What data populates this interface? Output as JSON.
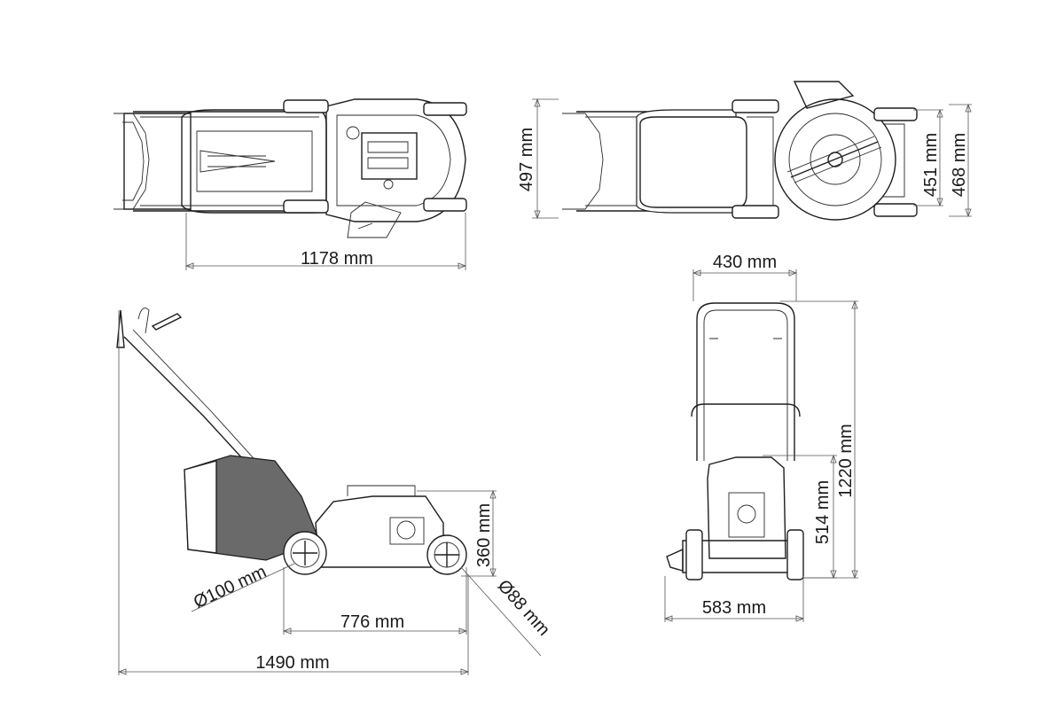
{
  "colors": {
    "line": "#1e1e1e",
    "dimension": "#555555",
    "background": "#ffffff",
    "text": "#1a1a1a"
  },
  "dimensions": {
    "top_view_length": "1178 mm",
    "right_view_width_overall": "497 mm",
    "right_view_width_a": "451 mm",
    "right_view_width_b": "468 mm",
    "rear_view_handle_width": "430 mm",
    "rear_view_height_overall": "1220 mm",
    "rear_view_engine_height": "514 mm",
    "rear_view_track_width": "583 mm",
    "side_view_rear_wheel_dia": "Ø100 mm",
    "side_view_front_wheel_dia": "Ø88 mm",
    "side_view_deck_height": "360 mm",
    "side_view_wheelbase": "776 mm",
    "side_view_overall_length": "1490 mm"
  }
}
